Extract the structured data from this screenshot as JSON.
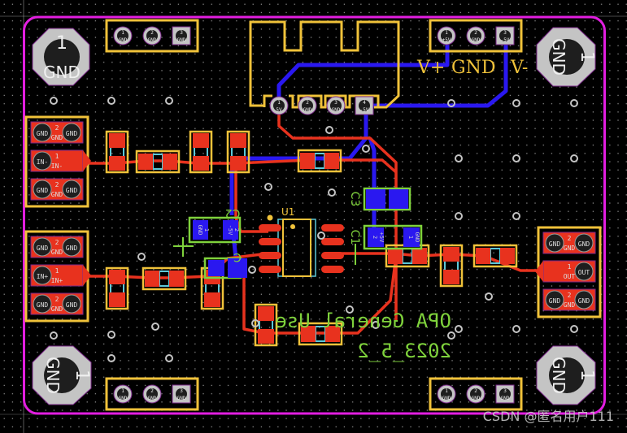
{
  "app": "PCB Layout Editor",
  "board": {
    "title_line1": "OPA General Use",
    "title_line2": "2023_5_2",
    "colors": {
      "background": "#000000",
      "grid": "#8a8a8a",
      "outline": "#e21ee0",
      "top_copper": "#e8321e",
      "bottom_copper": "#2a18f0",
      "silk_top": "#f0c23a",
      "silk_bottom": "#7fd23c",
      "pad_silver": "#c4c4c4",
      "ratsnest": "#5ec8d8"
    }
  },
  "mounting_holes": [
    {
      "id": "H-TL",
      "num": "1",
      "net": "GND"
    },
    {
      "id": "H-TR",
      "num": "1",
      "net": "GND"
    },
    {
      "id": "H-BL",
      "num": "1",
      "net": "GND"
    },
    {
      "id": "H-BR",
      "num": "1",
      "net": "GND"
    }
  ],
  "headers": {
    "top_left": {
      "pins": [
        {
          "num": "1",
          "net": "GND"
        },
        {
          "num": "2",
          "net": "GND"
        },
        {
          "num": "3",
          "net": "GND"
        }
      ]
    },
    "top_right": {
      "pins": [
        {
          "num": "1",
          "net": "+5V"
        },
        {
          "num": "2",
          "net": "GND"
        },
        {
          "num": "3",
          "net": "-5V"
        }
      ],
      "labels": [
        "V+",
        "GND",
        "V-"
      ]
    },
    "bottom_left": {
      "pins": [
        {
          "num": "1",
          "net": "GND"
        },
        {
          "num": "2",
          "net": "GND"
        },
        {
          "num": "3",
          "net": "GND"
        }
      ]
    },
    "bottom_right": {
      "pins": [
        {
          "num": "1",
          "net": "GND"
        },
        {
          "num": "2",
          "net": "GND"
        },
        {
          "num": "3",
          "net": "GND"
        }
      ]
    },
    "power_in": {
      "pins": [
        {
          "num": "1",
          "net": "5V"
        },
        {
          "num": "2",
          "net": "GND"
        },
        {
          "num": "3",
          "net": "GND"
        },
        {
          "num": "4",
          "net": "-5V"
        }
      ]
    }
  },
  "connectors": {
    "in_minus": {
      "rows": [
        {
          "num": "2",
          "net": "GND",
          "pad_left": "GND",
          "pad_right": "GND"
        },
        {
          "num": "1",
          "net": "IN-",
          "pad_left": "IN-",
          "pad_right": ""
        },
        {
          "num": "2",
          "net": "GND",
          "pad_left": "GND",
          "pad_right": "GND"
        }
      ]
    },
    "in_plus": {
      "rows": [
        {
          "num": "2",
          "net": "GND",
          "pad_left": "GND",
          "pad_right": "GND"
        },
        {
          "num": "1",
          "net": "IN+",
          "pad_left": "IN+",
          "pad_right": ""
        },
        {
          "num": "2",
          "net": "GND",
          "pad_left": "GND",
          "pad_right": "GND"
        }
      ]
    },
    "out": {
      "rows": [
        {
          "num": "2",
          "net": "GND",
          "pad_left": "GND",
          "pad_right": "GND"
        },
        {
          "num": "1",
          "net": "OUT",
          "pad_left": "",
          "pad_right": "OUT"
        },
        {
          "num": "2",
          "net": "GND",
          "pad_left": "GND",
          "pad_right": "GND"
        }
      ]
    }
  },
  "components": {
    "U1": {
      "designator": "U1"
    },
    "C2": {
      "designator": "C2",
      "pad1": {
        "num": "1",
        "net": "GND"
      },
      "pad2": {
        "num": "2",
        "net": "-5V"
      }
    },
    "C1": {
      "designator": "C1",
      "pad1": {
        "num": "1",
        "net": "GND"
      },
      "pad2": {
        "num": "2",
        "net": "+5V"
      }
    },
    "C3": {
      "designator": "C3"
    },
    "C4": {
      "designator": "C"
    },
    "C5": {
      "designator": "C"
    }
  },
  "watermark": "CSDN @匿名用户111"
}
